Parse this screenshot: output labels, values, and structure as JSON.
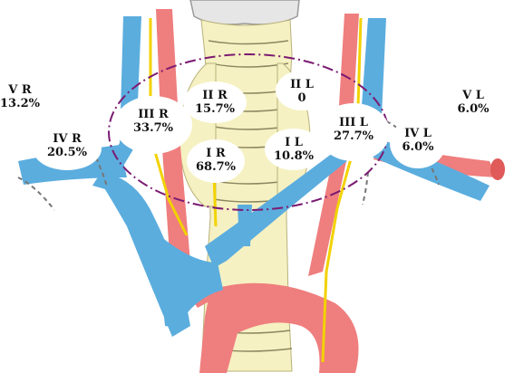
{
  "colors": {
    "vein": "#5badde",
    "artery": "#ef7e7e",
    "trachea": "#f6f1c2",
    "nerve": "#f2d200",
    "dissection_outline": "#7b1a72"
  },
  "regions": {
    "v_r": {
      "name": "V R",
      "value": "13.2%"
    },
    "iv_r": {
      "name": "IV R",
      "value": "20.5%"
    },
    "iii_r": {
      "name": "III R",
      "value": "33.7%"
    },
    "ii_r": {
      "name": "II R",
      "value": "15.7%"
    },
    "i_r": {
      "name": "I R",
      "value": "68.7%"
    },
    "ii_l": {
      "name": "II L",
      "value": "0"
    },
    "i_l": {
      "name": "I L",
      "value": "10.8%"
    },
    "iii_l": {
      "name": "III L",
      "value": "27.7%"
    },
    "iv_l": {
      "name": "IV L",
      "value": "6.0%"
    },
    "v_l": {
      "name": "V L",
      "value": "6.0%"
    }
  }
}
